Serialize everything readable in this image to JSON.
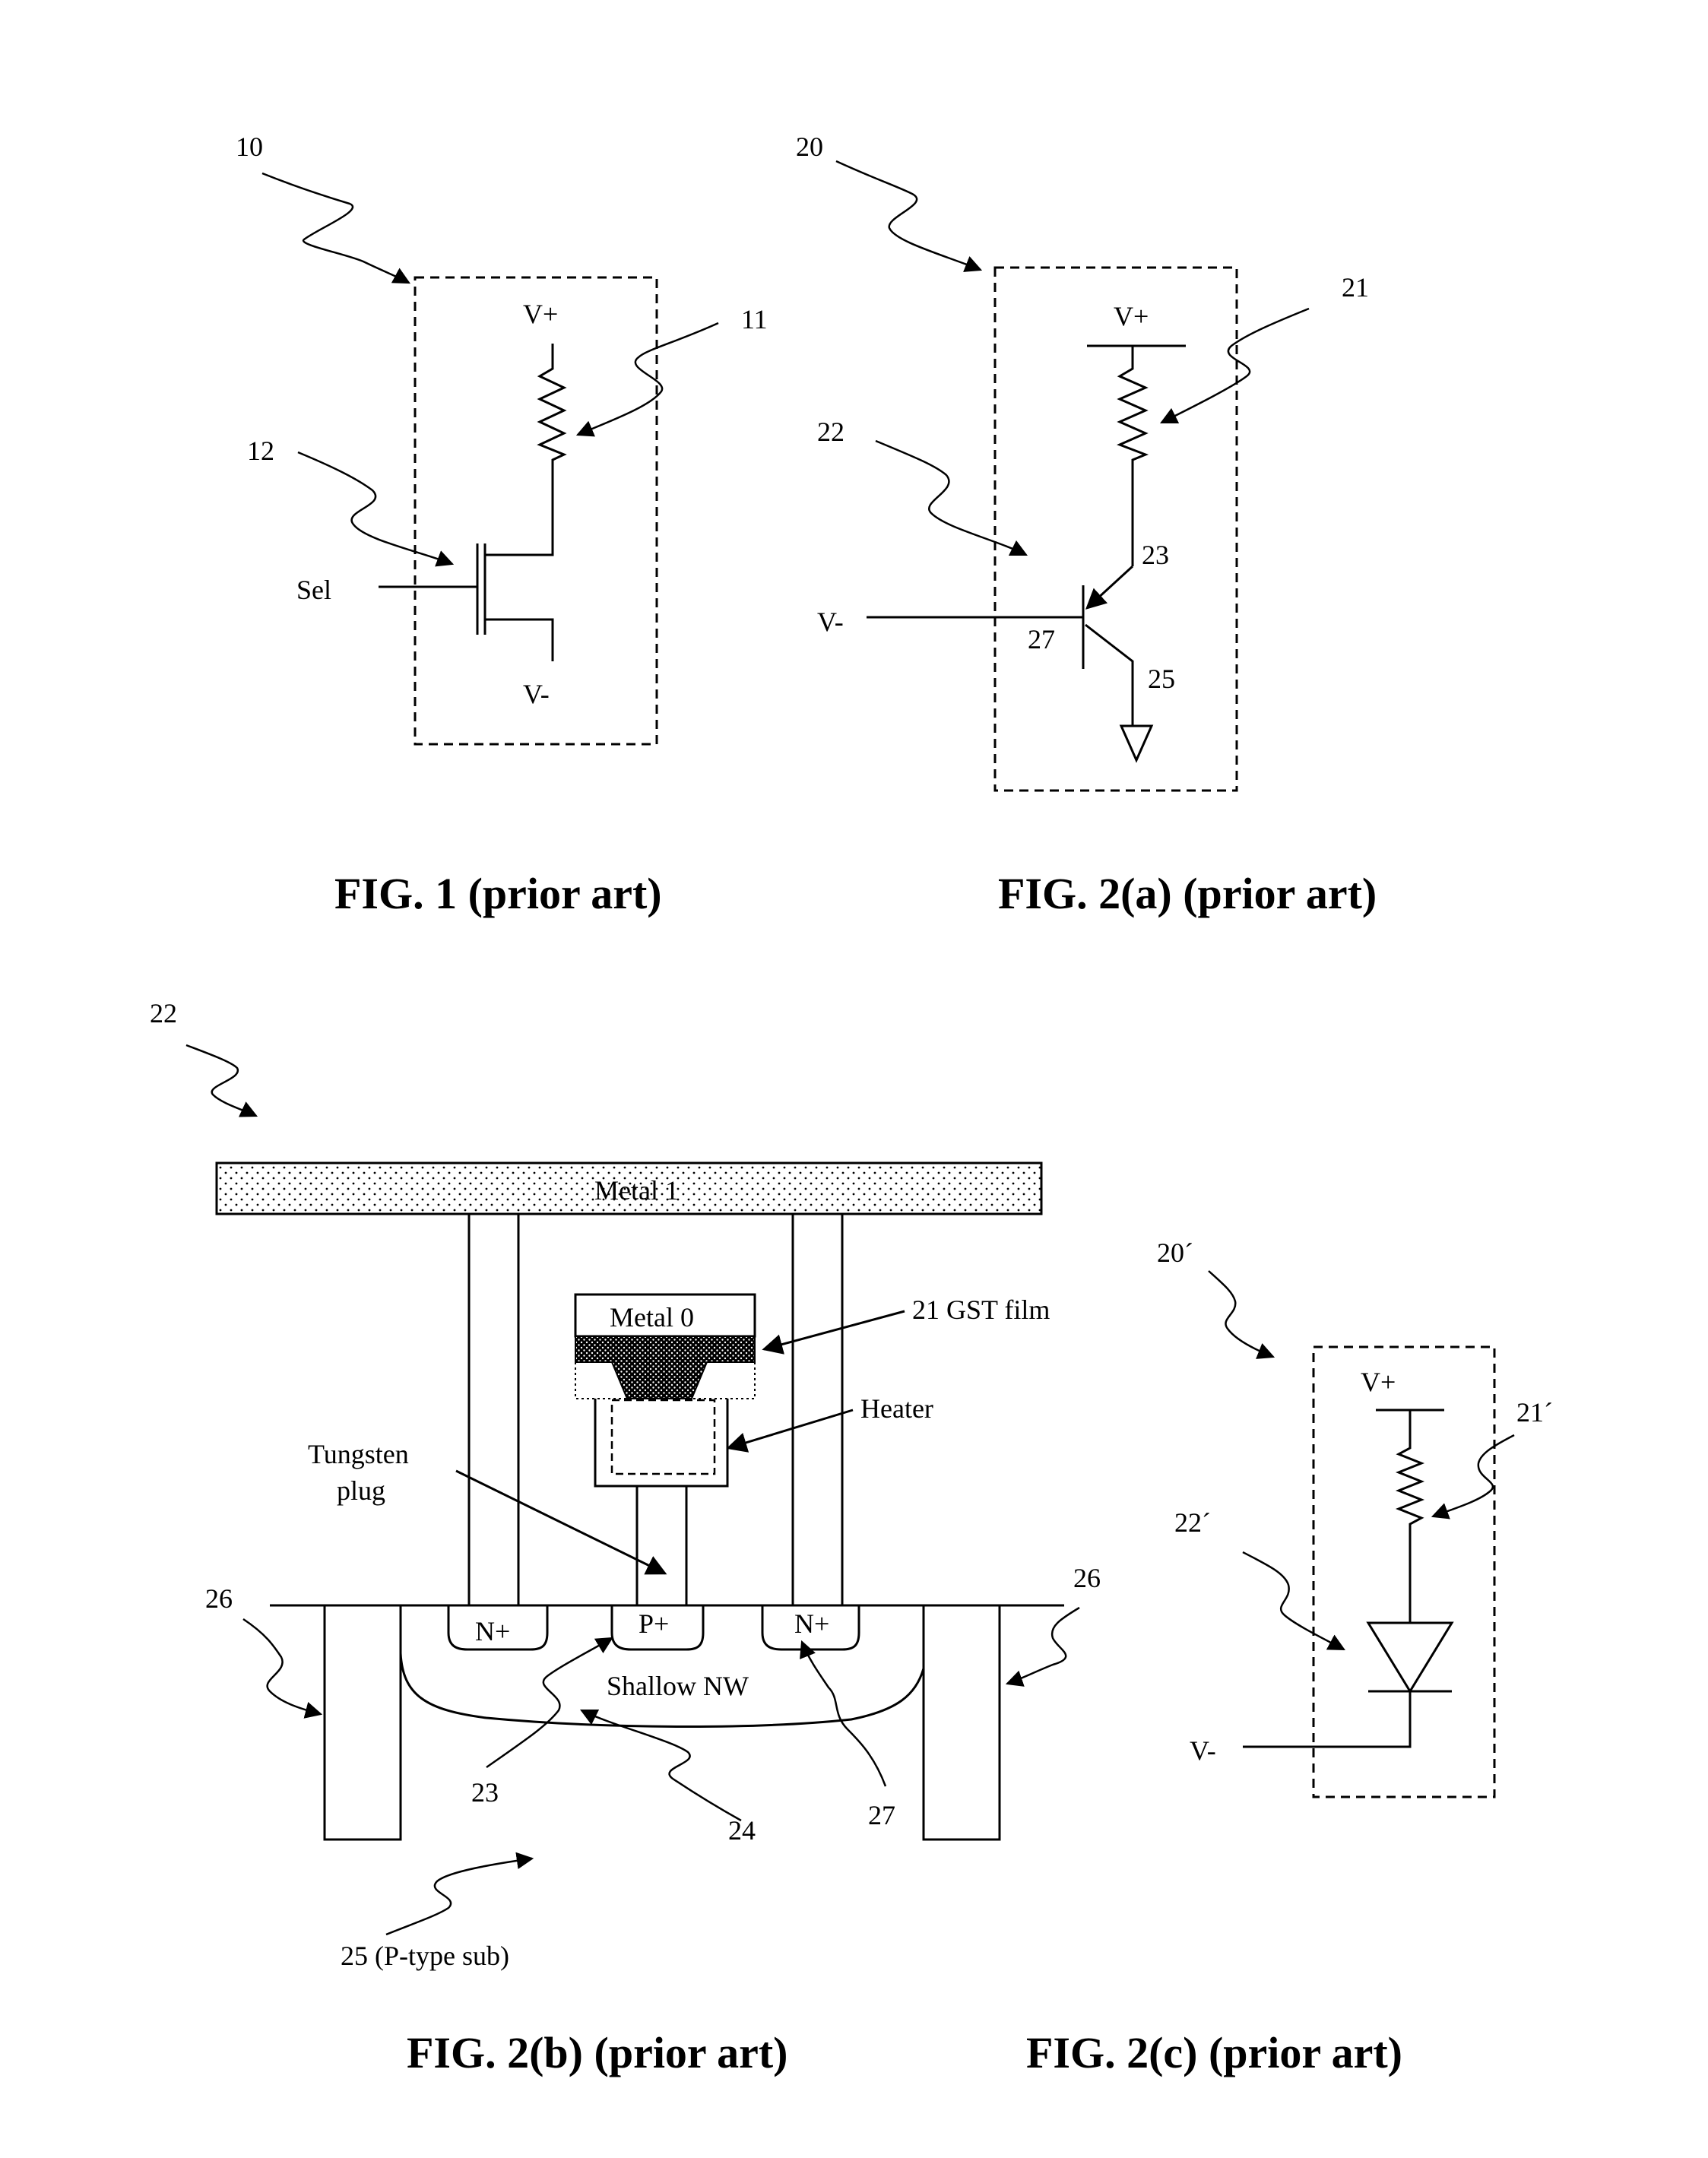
{
  "fig1": {
    "ref": "10",
    "vplus": "V+",
    "resistor_ref": "11",
    "transistor_ref": "12",
    "sel": "Sel",
    "vminus": "V-",
    "caption": "FIG. 1 (prior art)"
  },
  "fig2a": {
    "ref": "20",
    "vplus": "V+",
    "resistor_ref": "21",
    "bjt_ref": "22",
    "emitter_ref": "23",
    "vminus": "V-",
    "base_ref": "27",
    "collector_ref": "25",
    "caption": "FIG. 2(a) (prior art)"
  },
  "fig2b": {
    "ref": "22",
    "metal1": "Metal 1",
    "metal0": "Metal 0",
    "gst": "21  GST film",
    "heater": "Heater",
    "tungsten_line1": "Tungsten",
    "tungsten_line2": "plug",
    "sti_left": "26",
    "sti_right": "26",
    "nplus_left": "N+",
    "pplus": "P+",
    "nplus_right": "N+",
    "well": "Shallow NW",
    "pplus_ref": "23",
    "well_ref": "24",
    "nplus_ref": "27",
    "substrate": "25  (P-type sub)",
    "caption": "FIG. 2(b) (prior art)"
  },
  "fig2c": {
    "ref": "20´",
    "vplus": "V+",
    "resistor_ref": "21´",
    "diode_ref": "22´",
    "vminus": "V-",
    "caption": "FIG. 2(c) (prior art)"
  }
}
